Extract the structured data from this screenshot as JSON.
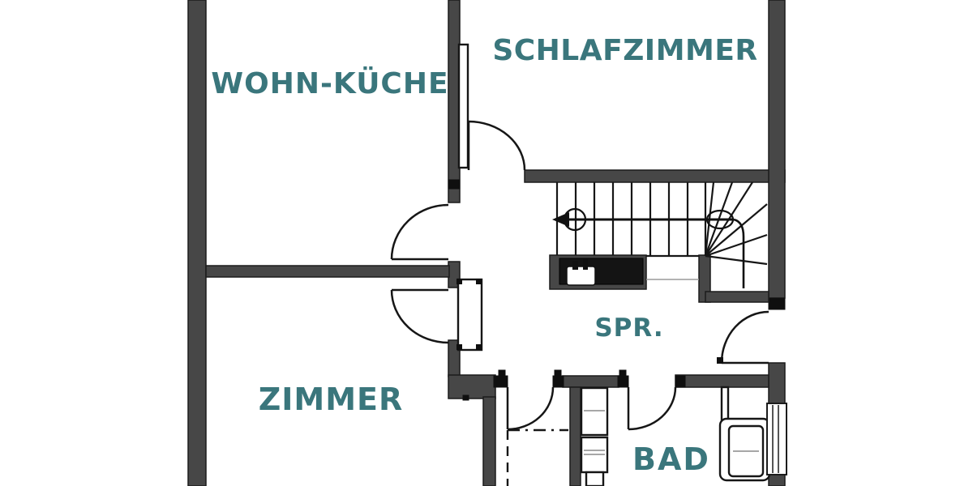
{
  "colors": {
    "wall": "#474747",
    "wall_outline": "#1c1c1c",
    "cap_black": "#0f0f0f",
    "label_teal": "#3a767c",
    "background": "#ffffff"
  },
  "rooms": [
    {
      "id": "wohn-kueche",
      "label": "WOHN-KÜCHE"
    },
    {
      "id": "schlafzimmer",
      "label": "SCHLAFZIMMER"
    },
    {
      "id": "zimmer",
      "label": "ZIMMER"
    },
    {
      "id": "spr",
      "label": "SPR."
    },
    {
      "id": "bad",
      "label": "BAD"
    }
  ]
}
